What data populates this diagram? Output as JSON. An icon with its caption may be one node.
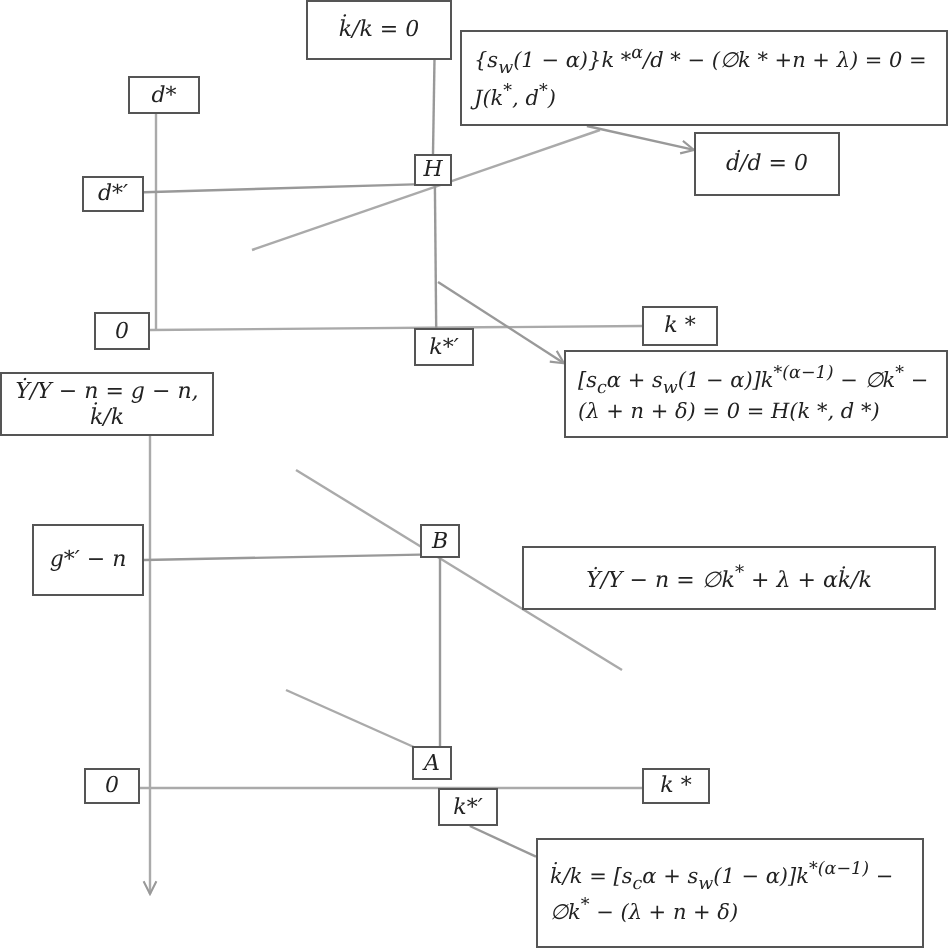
{
  "diagram": {
    "nodes": [
      {
        "text": [
          "k̇/k = 0"
        ]
      },
      {
        "text": [
          "{s$_{w}$(1 − α)}k *$^{α}$/d * − (∅k * +n + λ) = 0 = J(k$^{*}$, d$^{*}$)"
        ]
      },
      {
        "text": [
          "d*"
        ]
      },
      {
        "text": [
          "d*′"
        ]
      },
      {
        "text": [
          "H"
        ]
      },
      {
        "text": [
          "ḋ/d = 0"
        ]
      },
      {
        "text": [
          "0"
        ]
      },
      {
        "text": [
          "k*′"
        ]
      },
      {
        "text": [
          "k *"
        ]
      },
      {
        "text": [
          "[s$_{c}$α + s$_{w}$(1 − α)]k$^{*(α−1)}$ − ∅k$^{*}$ − (λ + n + δ) = 0 = H(k *, d *)"
        ]
      },
      {
        "text": [
          "Ẏ/Y − n = g − n, k̇/k"
        ]
      },
      {
        "text": [
          "g*′ − n"
        ]
      },
      {
        "text": [
          "B"
        ]
      },
      {
        "text": [
          "Ẏ/Y − n = ∅k$^{*}$ + λ + αk̇/k"
        ]
      },
      {
        "text": [
          "A"
        ]
      },
      {
        "text": [
          "0"
        ]
      },
      {
        "text": [
          "k*′"
        ]
      },
      {
        "text": [
          "k *"
        ]
      },
      {
        "text": [
          "k̇/k = [s$_{c}$α + s$_{w}$(1 − α)]k$^{*(α−1)}$ − ∅k$^{*}$ − (λ + n + δ)"
        ]
      }
    ],
    "edges": [
      {
        "from": 3,
        "to": 4,
        "arrow": "none"
      },
      {
        "from": 0,
        "to": 4,
        "arrow": "none"
      },
      {
        "from": 4,
        "to": 7,
        "arrow": "none"
      },
      {
        "from": 11,
        "to": 12,
        "arrow": "none"
      },
      {
        "from": 12,
        "to": 14,
        "arrow": "none"
      },
      {
        "from": 1,
        "to": 5,
        "arrow": "to"
      },
      {
        "from": null,
        "to": 9,
        "arrow": "to"
      },
      {
        "from": 16,
        "to": 18,
        "arrow": "none"
      }
    ]
  }
}
